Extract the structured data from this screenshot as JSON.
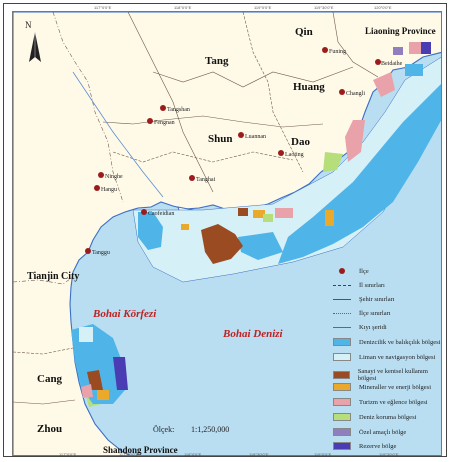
{
  "north_label": "N",
  "colors": {
    "sea": "#b9def2",
    "land": "#fff9e8",
    "coast": "#3a6fc4",
    "fishing": "#4fb5e8",
    "port": "#d6f0f7",
    "industry": "#9a4b22",
    "mineral": "#eba92c",
    "tourism": "#e9a2a9",
    "protection": "#b6de7a",
    "special": "#8f7fbf",
    "reserve": "#4a3cb3",
    "city": "#9b1c1c"
  },
  "regions": {
    "liaoning": "Liaoning Province",
    "qin": "Qin",
    "tang": "Tang",
    "huang": "Huang",
    "shun": "Shun",
    "dao": "Dao",
    "tianjin": "Tianjin City",
    "bohai_gulf": "Bohai Körfezi",
    "bohai_sea": "Bohai Denizi",
    "cang": "Cang",
    "zhou": "Zhou",
    "shandong": "Shandong Province"
  },
  "cities": [
    {
      "name": "Funing",
      "icon": "city-dot"
    },
    {
      "name": "Beidaihe",
      "icon": "city-dot"
    },
    {
      "name": "Changli",
      "icon": "city-dot"
    },
    {
      "name": "Tangshan",
      "icon": "city-dot"
    },
    {
      "name": "Fengnan",
      "icon": "city-dot"
    },
    {
      "name": "Luannan",
      "icon": "city-dot"
    },
    {
      "name": "Laoting",
      "icon": "city-dot"
    },
    {
      "name": "Tanghai",
      "icon": "city-dot"
    },
    {
      "name": "Ninghe",
      "icon": "city-dot"
    },
    {
      "name": "Hangu",
      "icon": "city-dot"
    },
    {
      "name": "Caofeidian",
      "icon": "city-dot"
    },
    {
      "name": "Tanggu",
      "icon": "city-dot"
    }
  ],
  "legend": [
    {
      "label": "İlçe",
      "icon": "city-dot"
    },
    {
      "label": "İl sınırları",
      "icon": "dash-dot-line"
    },
    {
      "label": "Şehir sınırları",
      "icon": "long-dash-line"
    },
    {
      "label": "İlçe sınırları",
      "icon": "dashed-line"
    },
    {
      "label": "Kıyı şeridi",
      "icon": "coastline"
    },
    {
      "label": "Denizcilik ve balıkçılık bölgesi",
      "color": "#4fb5e8"
    },
    {
      "label": "Liman ve navigasyon bölgesi",
      "color": "#d6f0f7"
    },
    {
      "label": "Sanayi ve kentsel kullanım bölgesi",
      "color": "#9a4b22"
    },
    {
      "label": "Mineraller ve enerji bölgesi",
      "color": "#eba92c"
    },
    {
      "label": "Turizm ve eğlence bölgesi",
      "color": "#e9a2a9"
    },
    {
      "label": "Deniz koruma bölgesi",
      "color": "#b6de7a"
    },
    {
      "label": "Özel amaçlı bölge",
      "color": "#8f7fbf"
    },
    {
      "label": "Rezerve bölge",
      "color": "#4a3cb3"
    }
  ],
  "scale": {
    "label": "Ölçek:",
    "value": "1:1,250,000"
  },
  "top_ticks": [
    "117°0'0\"E",
    "118°0'0\"E",
    "119°0'0\"E",
    "119°30'0\"E",
    "120°0'0\"E"
  ],
  "bottom_ticks": [
    "117°0'0\"E",
    "117°30'0\"E",
    "118°0'0\"E",
    "118°30'0\"E",
    "119°0'0\"E",
    "119°30'0\"E"
  ]
}
